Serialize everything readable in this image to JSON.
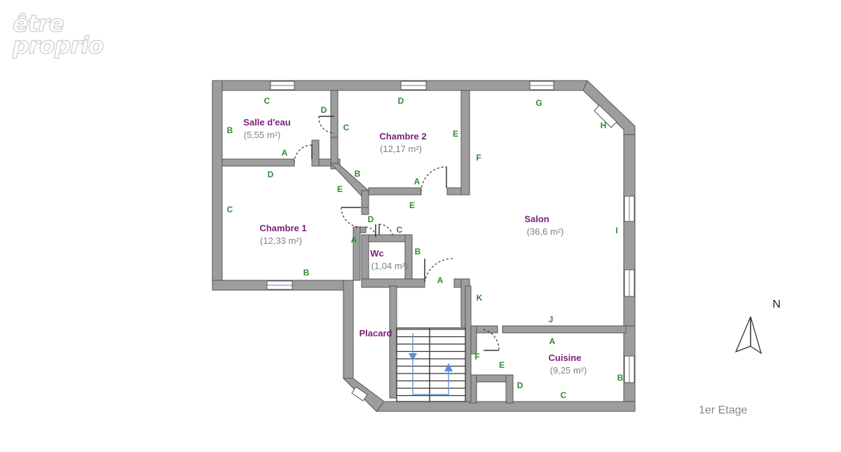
{
  "logo": {
    "line1": "être",
    "line2": "proprio"
  },
  "colors": {
    "wall": "#9d9d9d",
    "wall_stroke": "#555555",
    "room_label": "#7a1f7a",
    "area_label": "#808080",
    "wall_letter": "#2e8b2e",
    "stairs_arrow": "#5b8fd6"
  },
  "rooms": [
    {
      "id": "salle-deau",
      "name": "Salle d'eau",
      "area": "(5,55 m²)"
    },
    {
      "id": "chambre-2",
      "name": "Chambre 2",
      "area": "(12,17 m²)"
    },
    {
      "id": "salon",
      "name": "Salon",
      "area": "(36,6 m²)"
    },
    {
      "id": "chambre-1",
      "name": "Chambre 1",
      "area": "(12,33 m²)"
    },
    {
      "id": "wc",
      "name": "Wc",
      "area": "(1,04 m²)"
    },
    {
      "id": "placard",
      "name": "Placard",
      "area": ""
    },
    {
      "id": "cuisine",
      "name": "Cuisine",
      "area": "(9,25 m²)"
    }
  ],
  "wall_letters": [
    "C",
    "D",
    "B",
    "C",
    "A",
    "D",
    "E",
    "B",
    "A",
    "G",
    "H",
    "F",
    "D",
    "E",
    "E",
    "C",
    "A",
    "D",
    "C",
    "B",
    "B",
    "I",
    "A",
    "K",
    "J",
    "A",
    "F",
    "E",
    "D",
    "C",
    "B"
  ],
  "compass": {
    "label": "N"
  },
  "floor_label": "1er Etage"
}
